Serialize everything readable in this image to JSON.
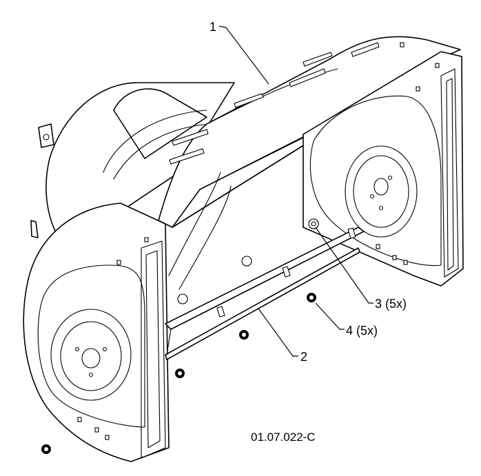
{
  "callouts": [
    {
      "id": "1",
      "label": "1"
    },
    {
      "id": "2",
      "label": "2"
    },
    {
      "id": "3",
      "label": "3 (5x)"
    },
    {
      "id": "4",
      "label": "4 (5x)"
    }
  ],
  "drawing_code": "01.07.022-C",
  "colors": {
    "line": "#000000",
    "background": "#ffffff"
  }
}
